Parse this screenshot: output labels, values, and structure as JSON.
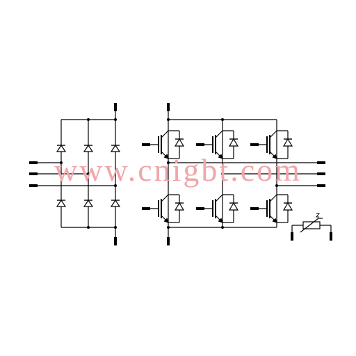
{
  "watermark": {
    "text": "www.cnigbt.com",
    "color": "#f0a6aa"
  },
  "colors": {
    "wire": "#000000",
    "background": "#ffffff"
  },
  "diagram": {
    "rectifier": {
      "diodes": 6,
      "ac_inputs": 3,
      "dc_terminals": 2
    },
    "inverter": {
      "igbt_with_freewheel_diode": 6,
      "gate_terminals": 6,
      "ac_outputs": 3,
      "dc_terminals": 2
    },
    "thermistor": {
      "terminals": 2,
      "icon": "ntc-thermistor-icon"
    }
  }
}
